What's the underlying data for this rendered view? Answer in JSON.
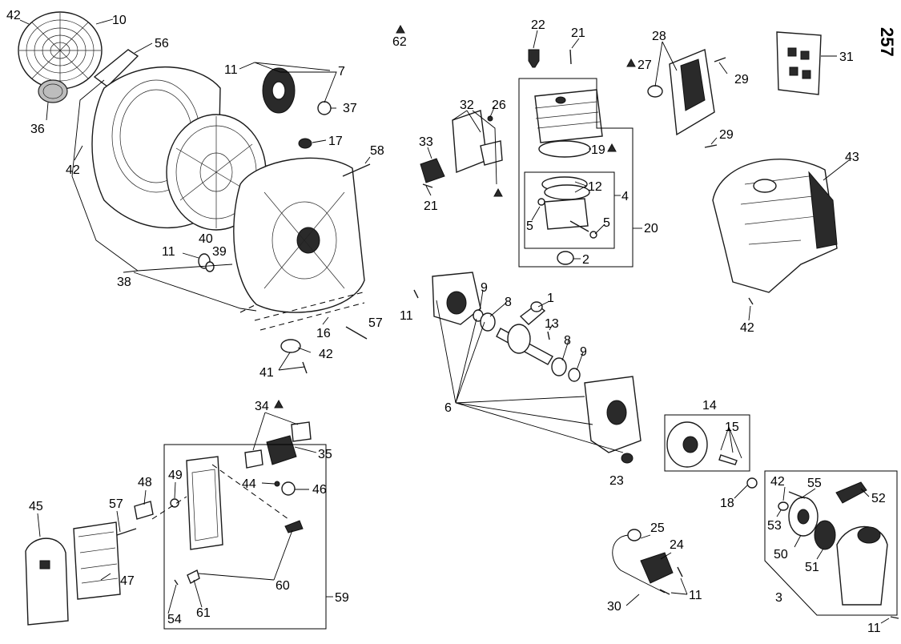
{
  "page_number": "257",
  "callouts": {
    "c42a": "42",
    "c10": "10",
    "c56": "56",
    "c11a": "11",
    "c7": "7",
    "c37": "37",
    "c36": "36",
    "c42b": "42",
    "c17": "17",
    "c58": "58",
    "c40": "40",
    "c11b": "11",
    "c39": "39",
    "c38": "38",
    "c16": "16",
    "c57a": "57",
    "c42c": "42",
    "c41": "41",
    "c62": "62",
    "c22": "22",
    "c21a": "21",
    "c32": "32",
    "c26": "26",
    "c33": "33",
    "c21b": "21",
    "c19": "19",
    "c12": "12",
    "c4": "4",
    "c5a": "5",
    "c5b": "5",
    "c20": "20",
    "c2": "2",
    "c28": "28",
    "c27": "27",
    "c29a": "29",
    "c29b": "29",
    "c31": "31",
    "c43": "43",
    "c42d": "42",
    "c1": "1",
    "c9a": "9",
    "c8a": "8",
    "c11c": "11",
    "c13": "13",
    "c8b": "8",
    "c9b": "9",
    "c6": "6",
    "c23": "23",
    "c14": "14",
    "c15": "15",
    "c18": "18",
    "c42e": "42",
    "c55": "55",
    "c52": "52",
    "c53": "53",
    "c50": "50",
    "c51": "51",
    "c3": "3",
    "c11d": "11",
    "c25": "25",
    "c24": "24",
    "c11e": "11",
    "c30": "30",
    "c34": "34",
    "c35": "35",
    "c44": "44",
    "c46": "46",
    "c45": "45",
    "c48": "48",
    "c49": "49",
    "c57b": "57",
    "c47": "47",
    "c60": "60",
    "c59": "59",
    "c54": "54",
    "c61": "61"
  },
  "colors": {
    "line": "#000000",
    "background": "#ffffff",
    "shade": "#bdbdbd"
  }
}
